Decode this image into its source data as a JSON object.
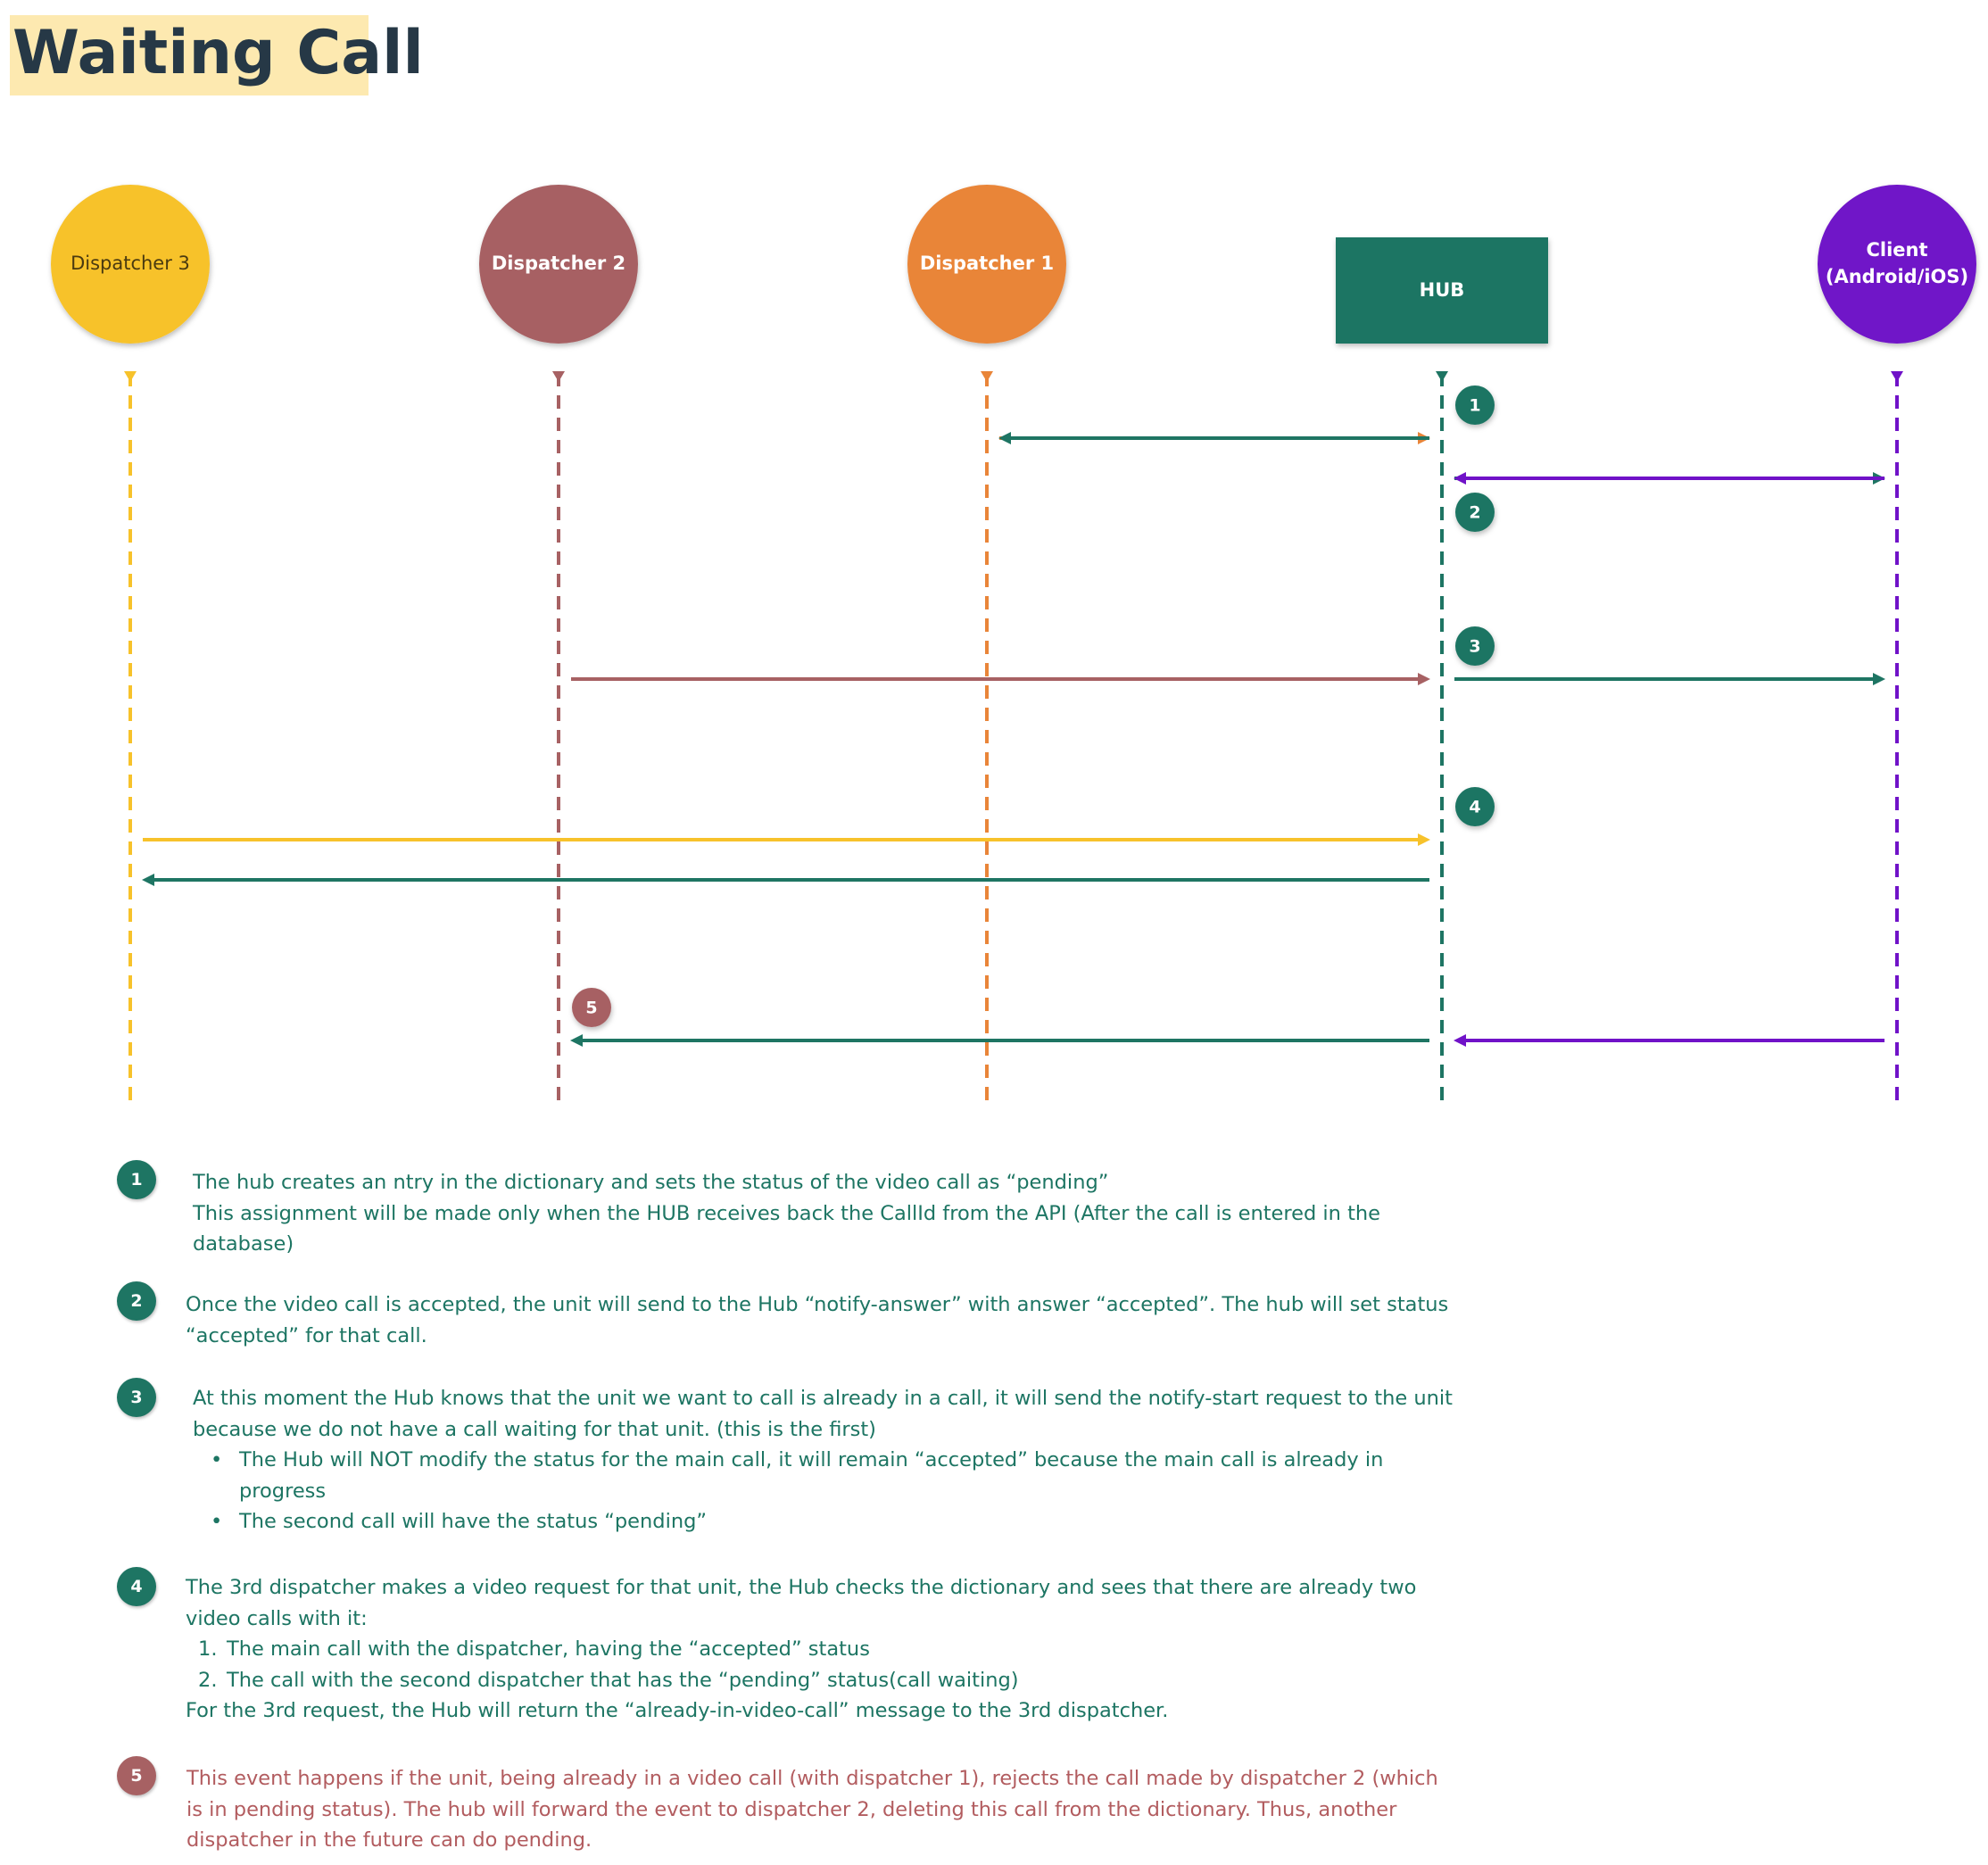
{
  "title": "Waiting Call",
  "colors": {
    "dispatcher3": "#f7c22b",
    "dispatcher2": "#a76163",
    "dispatcher1": "#e98539",
    "hub": "#1e7563",
    "client": "#7012c8",
    "title_highlight": "#fde9b0",
    "note_text": "#1d7563",
    "note_text_rejected": "#b25c5f"
  },
  "actors": [
    {
      "id": "dispatcher3",
      "label": "Dispatcher 3",
      "shape": "circle",
      "color": "#f7c22b",
      "text_color": "#4a3a10"
    },
    {
      "id": "dispatcher2",
      "label": "Dispatcher 2",
      "shape": "circle",
      "color": "#a76163",
      "text_color": "#ffffff"
    },
    {
      "id": "dispatcher1",
      "label": "Dispatcher 1",
      "shape": "circle",
      "color": "#e98539",
      "text_color": "#ffffff"
    },
    {
      "id": "hub",
      "label": "HUB",
      "shape": "rect",
      "color": "#1e7563",
      "text_color": "#ffffff"
    },
    {
      "id": "client",
      "label": "Client\n(Android/iOS)",
      "shape": "circle",
      "color": "#7012c8",
      "text_color": "#ffffff"
    }
  ],
  "messages": [
    {
      "from": "dispatcher1",
      "to": "hub",
      "color": "#e98539",
      "step": 1
    },
    {
      "from": "hub",
      "to": "client",
      "color": "#1e7563",
      "step": 1
    },
    {
      "from": "hub",
      "to": "dispatcher1",
      "color": "#1e7563",
      "step": 2
    },
    {
      "from": "client",
      "to": "hub",
      "color": "#7012c8",
      "step": 2
    },
    {
      "from": "dispatcher2",
      "to": "hub",
      "color": "#a76163",
      "step": 3
    },
    {
      "from": "hub",
      "to": "client",
      "color": "#1e7563",
      "step": 3
    },
    {
      "from": "dispatcher3",
      "to": "hub",
      "color": "#f7c22b",
      "step": 4
    },
    {
      "from": "hub",
      "to": "dispatcher3",
      "color": "#1e7563",
      "step": 4
    },
    {
      "from": "hub",
      "to": "dispatcher2",
      "color": "#1e7563",
      "step": 5
    },
    {
      "from": "client",
      "to": "hub",
      "color": "#7012c8",
      "step": 5
    }
  ],
  "diagram_badges": [
    {
      "label": "1",
      "color": "#1e7563"
    },
    {
      "label": "2",
      "color": "#1e7563"
    },
    {
      "label": "3",
      "color": "#1e7563"
    },
    {
      "label": "4",
      "color": "#1e7563"
    },
    {
      "label": "5",
      "color": "#a76163"
    }
  ],
  "notes": [
    {
      "badge": "1",
      "lines": [
        "The hub creates an ntry in the dictionary and sets the status of the video call as “pending”",
        "This assignment will be made only when the HUB receives back the CallId from the API (After the call is entered in the database)"
      ]
    },
    {
      "badge": "2",
      "text": "Once the video call is accepted, the unit will send to the Hub “notify-answer” with answer “accepted”. The hub will set status “accepted” for that call."
    },
    {
      "badge": "3",
      "text": "At this moment the Hub knows that the unit we want to call is already in a call, it will send the notify-start request to the unit because we do not have a call waiting for that unit. (this is the first)",
      "bullets": [
        "The Hub will NOT modify the status for the main call, it will remain “accepted” because the main call is already in progress",
        "The second call will have the status “pending”"
      ]
    },
    {
      "badge": "4",
      "text": "The 3rd dispatcher makes a video request for that unit, the Hub checks the dictionary and sees that there are already two video calls with it:",
      "numbered": [
        {
          "num": "1.",
          "text": "The main call with the dispatcher, having the “accepted” status"
        },
        {
          "num": "2.",
          "text": "The call with the second dispatcher that has the “pending” status(call waiting)"
        }
      ],
      "footer": "For the 3rd request, the Hub will return the “already-in-video-call” message to the 3rd dispatcher."
    },
    {
      "badge": "5",
      "text": "This event happens if the unit, being already in a video call (with dispatcher 1), rejects the call made by dispatcher 2 (which is in pending status). The hub will forward the event to dispatcher 2, deleting this call from the dictionary. Thus, another dispatcher in the future can do pending."
    }
  ]
}
